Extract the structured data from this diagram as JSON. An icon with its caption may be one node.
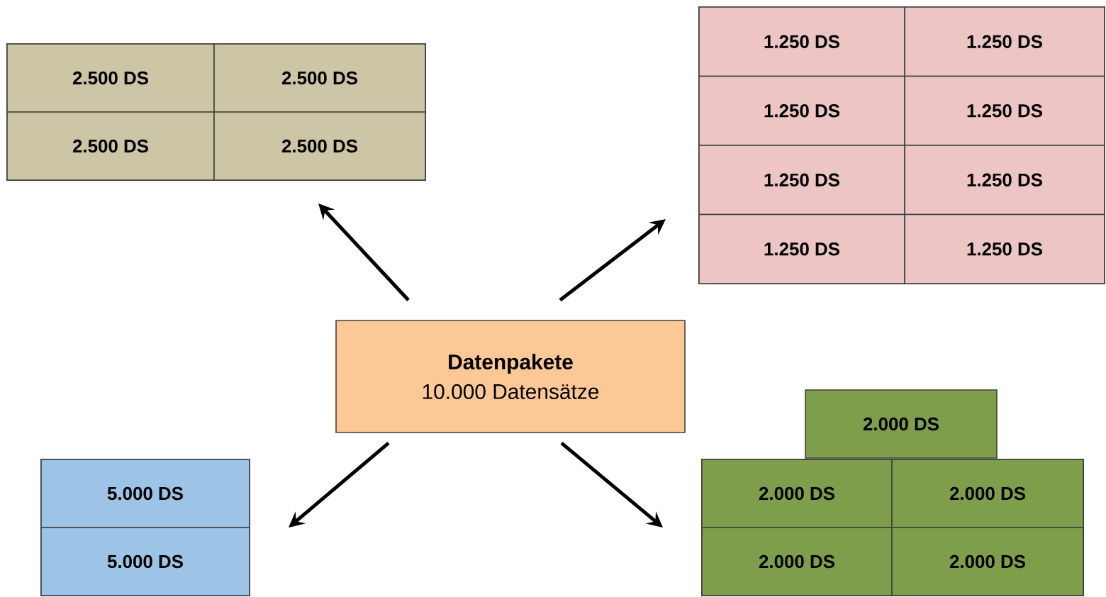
{
  "diagram": {
    "nodes": [
      {
        "text": [
          "Datenpakete",
          "10.000 Datensätze"
        ]
      },
      {
        "text": [],
        "shape": "box"
      },
      {
        "text": [
          "2.500 DS"
        ],
        "in": 1
      },
      {
        "text": [
          "2.500 DS"
        ],
        "in": 1
      },
      {
        "text": [
          "2.500 DS"
        ],
        "in": 1
      },
      {
        "text": [
          "2.500 DS"
        ],
        "in": 1
      },
      {
        "text": [],
        "shape": "box"
      },
      {
        "text": [
          "1.250 DS"
        ],
        "in": 6
      },
      {
        "text": [
          "1.250 DS"
        ],
        "in": 6
      },
      {
        "text": [
          "1.250 DS"
        ],
        "in": 6
      },
      {
        "text": [
          "1.250 DS"
        ],
        "in": 6
      },
      {
        "text": [
          "1.250 DS"
        ],
        "in": 6
      },
      {
        "text": [
          "1.250 DS"
        ],
        "in": 6
      },
      {
        "text": [
          "1.250 DS"
        ],
        "in": 6
      },
      {
        "text": [
          "1.250 DS"
        ],
        "in": 6
      },
      {
        "text": [],
        "shape": "box"
      },
      {
        "text": [
          "5.000 DS"
        ],
        "in": 15
      },
      {
        "text": [
          "5.000 DS"
        ],
        "in": 15
      },
      {
        "text": [
          "2.000 DS"
        ]
      },
      {
        "text": [],
        "shape": "box"
      },
      {
        "text": [
          "2.000 DS"
        ],
        "in": 19
      },
      {
        "text": [
          "2.000 DS"
        ],
        "in": 19
      },
      {
        "text": [
          "2.000 DS"
        ],
        "in": 19
      },
      {
        "text": [
          "2.000 DS"
        ],
        "in": 19
      }
    ],
    "edges": [
      {
        "from": 0,
        "to": 1,
        "arrow": "to"
      },
      {
        "from": 0,
        "to": 6,
        "arrow": "to"
      },
      {
        "from": 0,
        "to": 15,
        "arrow": "to"
      },
      {
        "from": 0,
        "to": 19,
        "arrow": "to"
      }
    ]
  }
}
